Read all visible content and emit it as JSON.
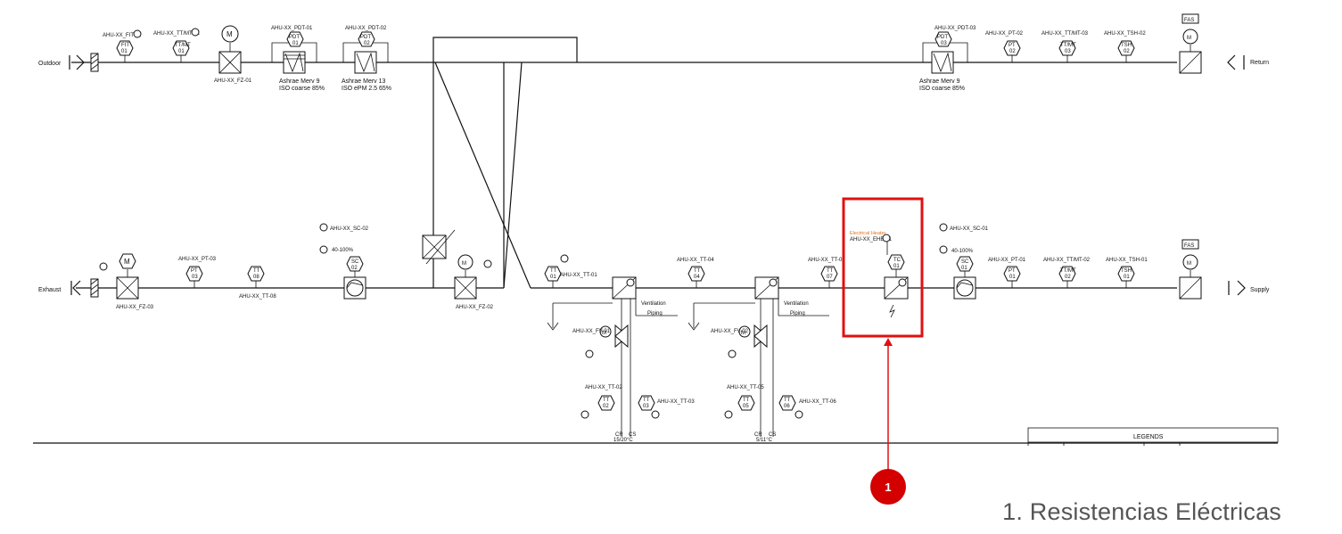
{
  "ducts": {
    "outdoor": "Outdoor",
    "return": "Return",
    "exhaust": "Exhaust",
    "supply": "Supply"
  },
  "fas": "FAS",
  "motor": "M",
  "filters": [
    {
      "tag": "AHU-XX_PDT-01",
      "code": "PDT",
      "num": "01",
      "name": "Ashrae Merv 9",
      "grade": "ISO coarse 85%"
    },
    {
      "tag": "AHU-XX_PDT-02",
      "code": "PDT",
      "num": "02",
      "name": "Ashrae Merv 13",
      "grade": "ISO ePM 2.5 65%"
    },
    {
      "tag": "AHU-XX_PDT-03",
      "code": "PDT",
      "num": "03",
      "name": "Ashrae Merv 9",
      "grade": "ISO coarse 85%"
    }
  ],
  "top_instruments": [
    {
      "tag": "AHU-XX_FIT-01",
      "code": "FIT",
      "num": "01"
    },
    {
      "tag": "AHU-XX_TT/MT-01",
      "code": "TT/MT",
      "num": "01"
    },
    {
      "tag": "AHU-XX_PT-02",
      "code": "PT",
      "num": "02"
    },
    {
      "tag": "AHU-XX_TT/MT-03",
      "code": "TT/MT",
      "num": "03"
    },
    {
      "tag": "AHU-XX_TSH-02",
      "code": "TSH",
      "num": "02"
    }
  ],
  "bottom_instruments": [
    {
      "tag": "AHU-XX_PT-03",
      "code": "PT",
      "num": "03"
    },
    {
      "tag": "AHU-XX_TT-08",
      "code": "TT",
      "num": "08"
    },
    {
      "tag": "AHU-XX_TT-01",
      "code": "TT",
      "num": "01"
    },
    {
      "tag": "AHU-XX_TT-04",
      "code": "TT",
      "num": "04"
    },
    {
      "tag": "AHU-XX_TT-07",
      "code": "TT",
      "num": "07"
    },
    {
      "tag": "AHU-XX_PT-01",
      "code": "PT",
      "num": "01"
    },
    {
      "tag": "AHU-XX_TT/MT-02",
      "code": "TT/MT",
      "num": "02"
    },
    {
      "tag": "AHU-XX_TSH-01",
      "code": "TSH",
      "num": "01"
    }
  ],
  "fans": [
    {
      "tag": "AHU-XX_SC-02",
      "code": "SC",
      "num": "02",
      "range": "40-100%"
    },
    {
      "tag": "AHU-XX_SC-01",
      "code": "SC",
      "num": "01",
      "range": "40-100%"
    }
  ],
  "dampers": [
    "AHU-XX_FZ-01",
    "AHU-XX_FZ-03",
    "AHU-XX_FZ-02"
  ],
  "coils": {
    "label_a": "Ventilation",
    "label_b": "Piping",
    "valves": [
      "AHU-XX_FV-01",
      "AHU-XX_FV-02"
    ],
    "temps": [
      {
        "tag": "AHU-XX_TT-02",
        "code": "TT",
        "num": "02"
      },
      {
        "tag": "AHU-XX_TT-03",
        "code": "TT",
        "num": "03"
      },
      {
        "tag": "AHU-XX_TT-05",
        "code": "TT",
        "num": "05"
      },
      {
        "tag": "AHU-XX_TT-06",
        "code": "TT",
        "num": "06"
      }
    ],
    "ports": [
      "CR",
      "CS"
    ],
    "water_a": "15/20°C",
    "water_b": "5/11°C"
  },
  "heater": {
    "title": "Electrical Heater",
    "tag": "AHU-XX_EHB-01",
    "code": "TC",
    "num": "01"
  },
  "legends": "LEGENDS",
  "marker": "1",
  "caption": "1. Resistencias Eléctricas",
  "colors": {
    "highlight": "#e01010",
    "line": "#111111",
    "tags": "#e07020",
    "caption": "#555555"
  }
}
